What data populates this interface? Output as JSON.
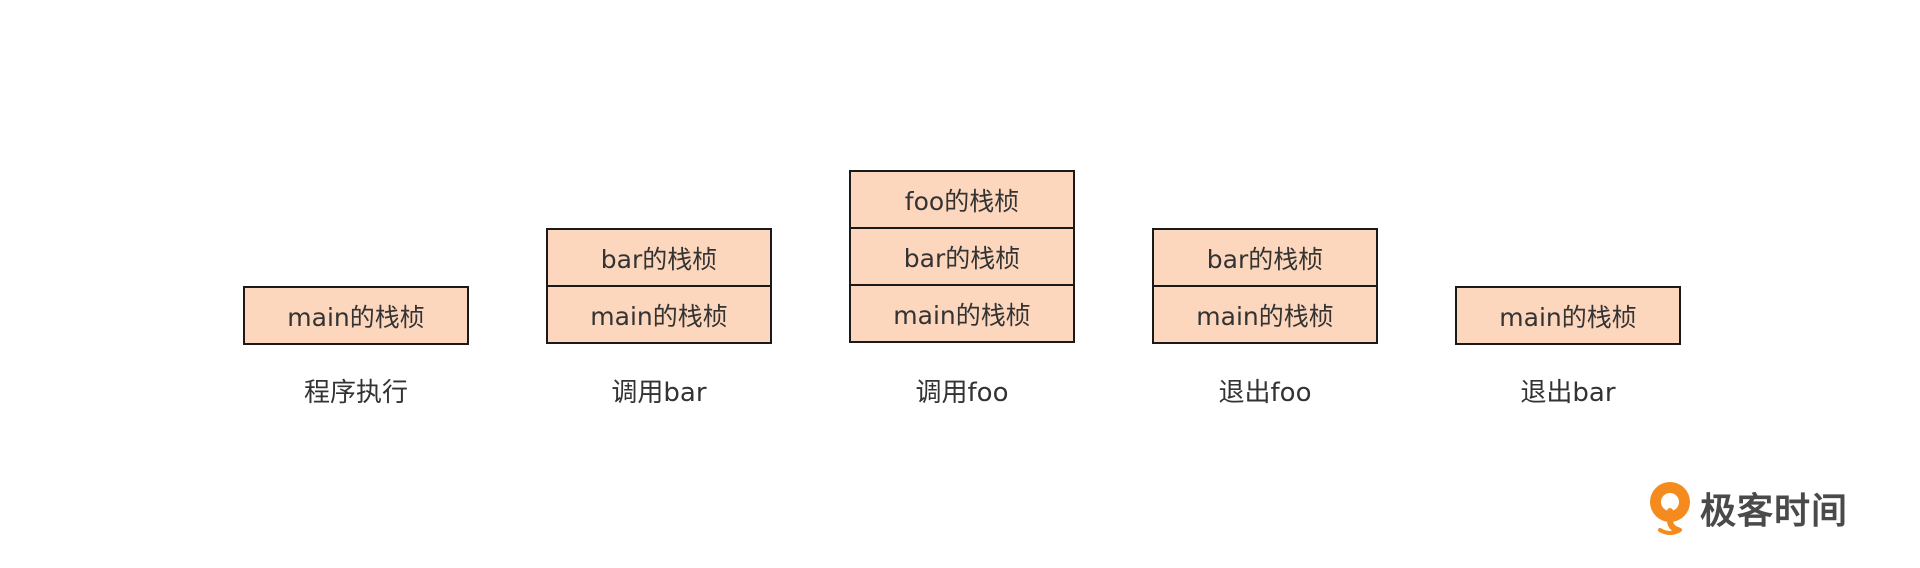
{
  "stacks": [
    {
      "frames": [
        "main的栈桢"
      ],
      "caption": "程序执行"
    },
    {
      "frames": [
        "bar的栈桢",
        "main的栈桢"
      ],
      "caption": "调用bar"
    },
    {
      "frames": [
        "foo的栈桢",
        "bar的栈桢",
        "main的栈桢"
      ],
      "caption": "调用foo"
    },
    {
      "frames": [
        "bar的栈桢",
        "main的栈桢"
      ],
      "caption": "退出foo"
    },
    {
      "frames": [
        "main的栈桢"
      ],
      "caption": "退出bar"
    }
  ],
  "logo": {
    "text": "极客时间",
    "icon": "geektime-logo-icon",
    "color": "#f58a1f"
  },
  "colors": {
    "frame_fill": "#fdd7bd",
    "frame_border": "#1a1a1a",
    "text": "#333333"
  }
}
